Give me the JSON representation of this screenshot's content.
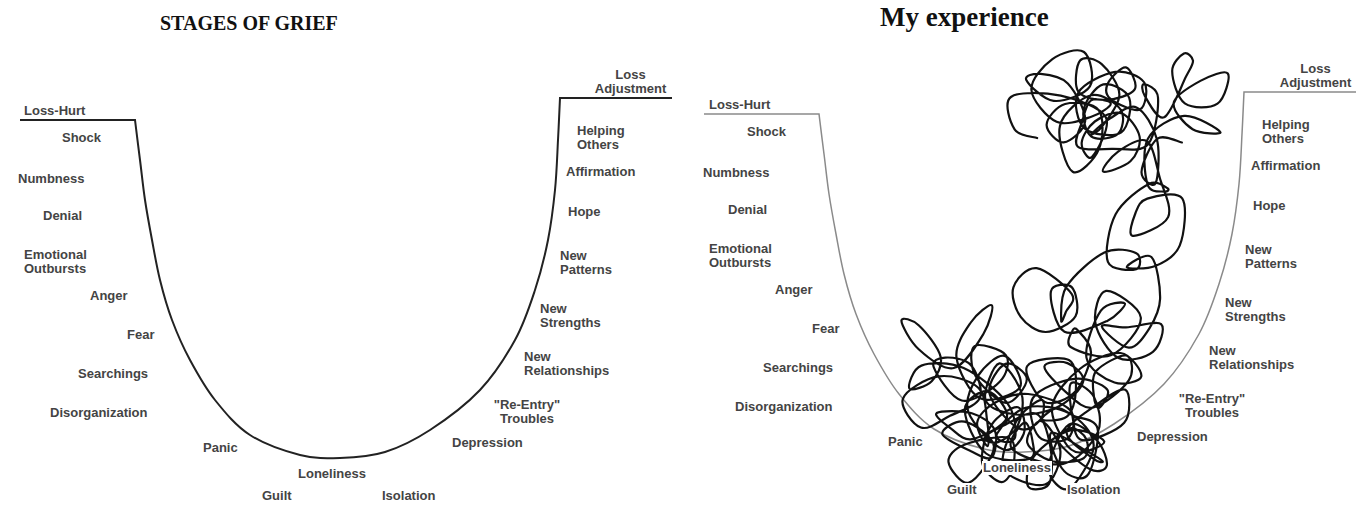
{
  "diagram": {
    "labels": [
      "STAGES OF GRIEF",
      "Loss-Hurt",
      "Shock",
      "Numbness",
      "Denial",
      "Emotional Outbursts",
      "Anger",
      "Fear",
      "Searchings",
      "Disorganization",
      "Panic",
      "Loneliness",
      "Guilt",
      "Isolation",
      "Depression",
      "\"Re-Entry\" Troubles",
      "New Relationships",
      "New Strengths",
      "New Patterns",
      "Hope",
      "Affirmation",
      "Helping Others",
      "Loss Adjustment",
      "My experience",
      "Loss-Hurt",
      "Shock",
      "Numbness",
      "Denial",
      "Emotional Outbursts",
      "Anger",
      "Fear",
      "Searchings",
      "Disorganization",
      "Panic",
      "Loneliness",
      "Guilt",
      "Isolation",
      "Depression",
      "\"Re-Entry\" Troubles",
      "New Relationships",
      "New Strengths",
      "New Patterns",
      "Hope",
      "Affirmation",
      "Helping Others",
      "Loss Adjustment"
    ]
  }
}
